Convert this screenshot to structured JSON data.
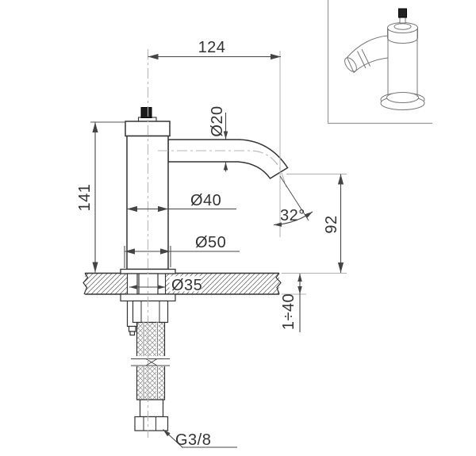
{
  "drawing": {
    "kind": "technical-dimension-drawing",
    "subject": "single-hole basin pillar tap, side elevation with mounting section and perspective inset",
    "units": "mm",
    "colors": {
      "outline": "#333333",
      "dimension": "#444444",
      "centerline": "#b5b5b5",
      "hatch": "#777777",
      "knob": "#1c1c1c",
      "background": "#ffffff"
    },
    "dims": {
      "spout_reach": "124",
      "spout_diameter": "Ø20",
      "body_height": "141",
      "body_diameter": "Ø40",
      "base_diameter": "Ø50",
      "hole_diameter": "Ø35",
      "spout_angle": "32°",
      "outlet_height": "92",
      "deck_thickness": "1÷40",
      "connection_thread": "G3/8"
    }
  }
}
